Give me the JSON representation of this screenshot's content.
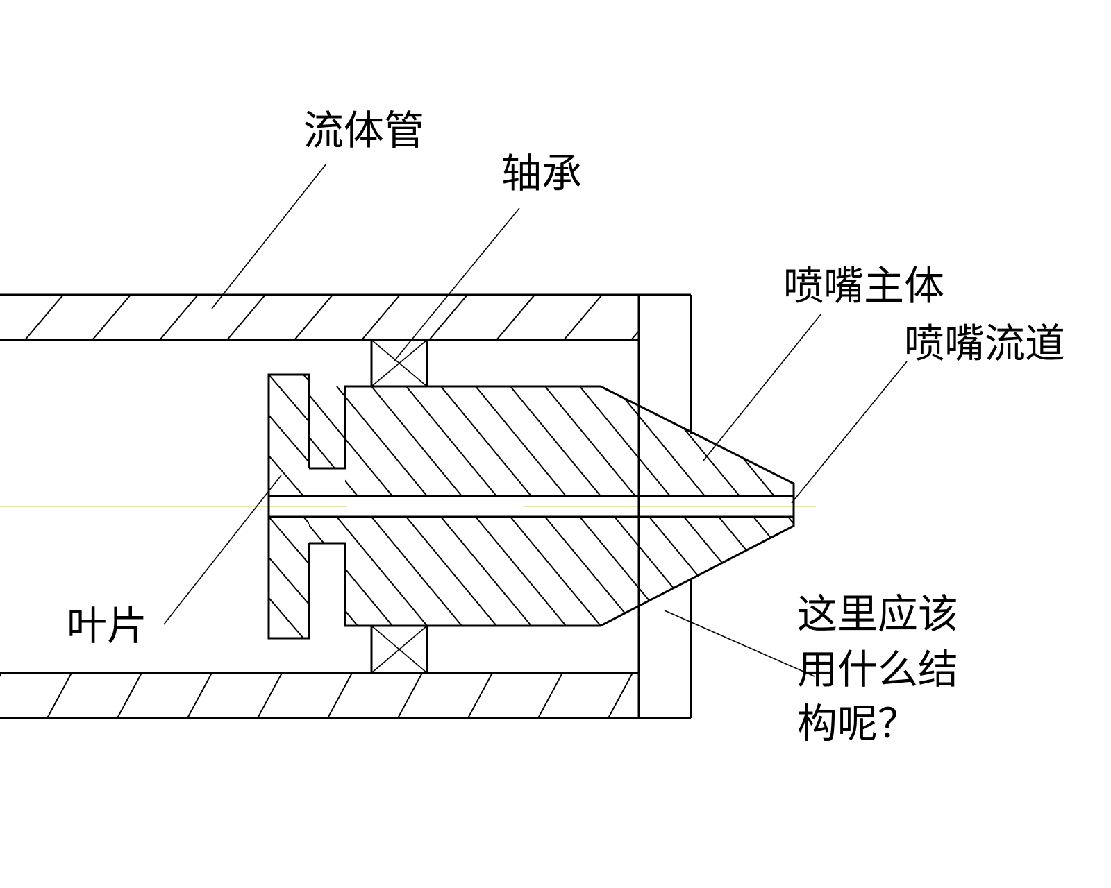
{
  "diagram": {
    "type": "mechanical cross-section drawing",
    "labels": {
      "fluid_tube": "流体管",
      "bearing": "轴承",
      "nozzle_body": "喷嘴主体",
      "nozzle_channel": "喷嘴流道",
      "impeller_blade": "叶片",
      "question_line1": "这里应该",
      "question_line2": "用什么结",
      "question_line3": "构呢？"
    },
    "colors": {
      "line": "#000000",
      "centerline": "#e8e34a",
      "background": "#ffffff"
    }
  }
}
